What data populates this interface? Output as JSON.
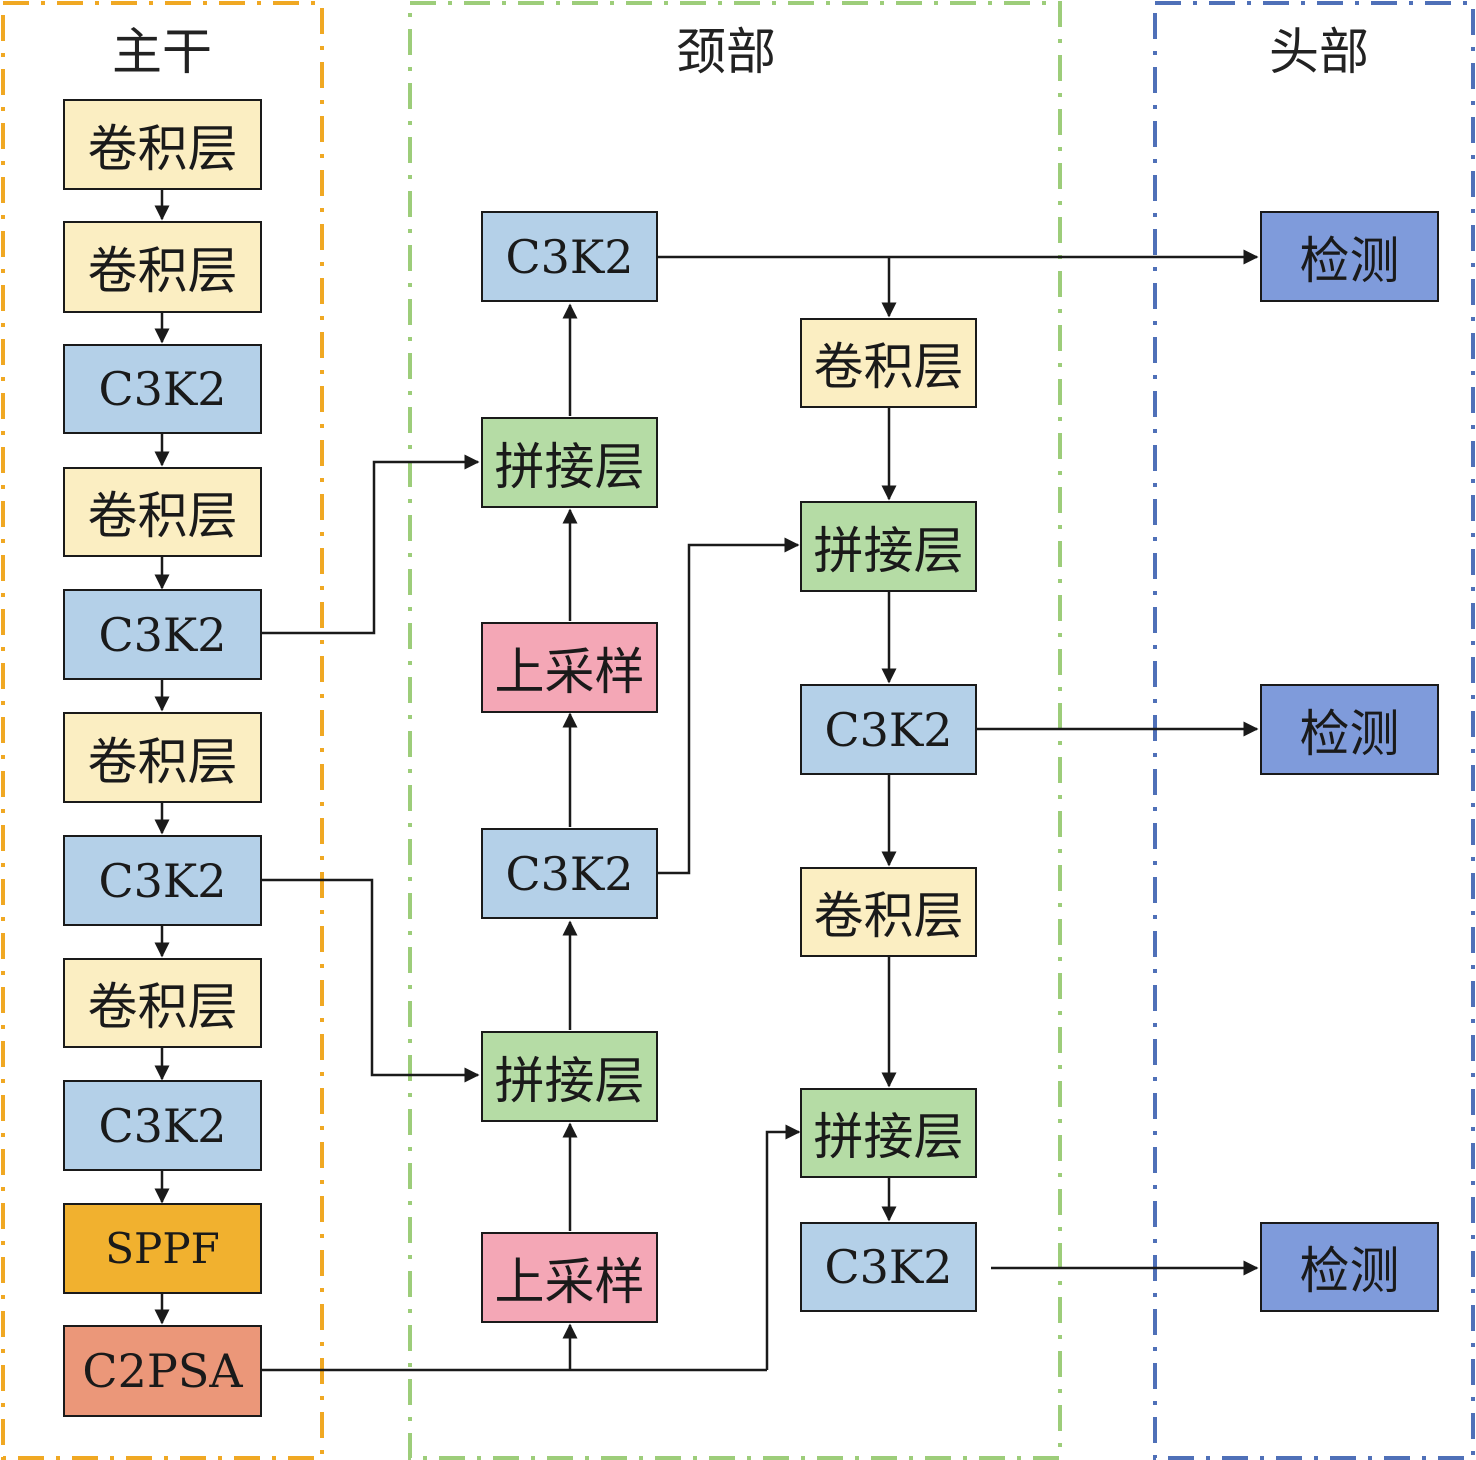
{
  "sections": {
    "backbone": "主干",
    "neck": "颈部",
    "head": "头部"
  },
  "colors": {
    "backbone_border": "#f0a823",
    "neck_border": "#9dcd7a",
    "head_border": "#4f70b8",
    "conv": "#fbeec2",
    "c3k2": "#b4d0e8",
    "concat": "#b5dca5",
    "upsample": "#f4a7b6",
    "sppf": "#f1b12f",
    "c2psa": "#eb9779",
    "detect": "#7f9bdb"
  },
  "nodes": {
    "b1": "卷积层",
    "b2": "卷积层",
    "b3": "C3K2",
    "b4": "卷积层",
    "b5": "C3K2",
    "b6": "卷积层",
    "b7": "C3K2",
    "b8": "卷积层",
    "b9": "C3K2",
    "b10": "SPPF",
    "b11": "C2PSA",
    "n_up1": "上采样",
    "n_cat1": "拼接层",
    "n_c3a": "C3K2",
    "n_up2": "上采样",
    "n_cat2": "拼接层",
    "n_c3b": "C3K2",
    "m_conv1": "卷积层",
    "m_cat1": "拼接层",
    "m_c3a": "C3K2",
    "m_conv2": "卷积层",
    "m_cat2": "拼接层",
    "m_c3b": "C3K2",
    "h1": "检测",
    "h2": "检测",
    "h3": "检测"
  }
}
